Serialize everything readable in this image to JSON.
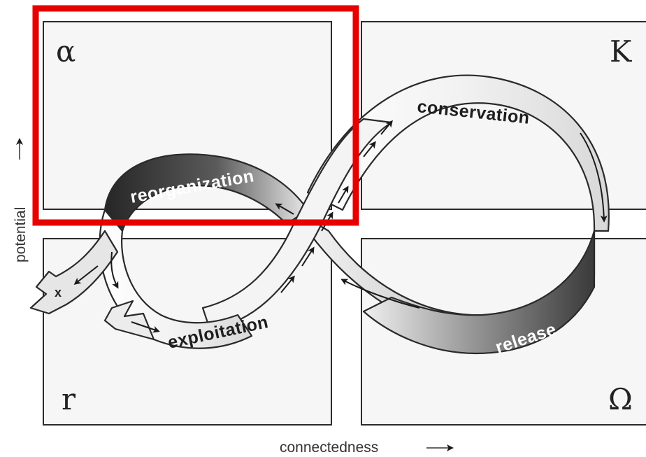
{
  "quadrants": {
    "alpha": "α",
    "k": "K",
    "r": "r",
    "omega": "Ω"
  },
  "phases": {
    "reorganization": "reorganization",
    "conservation": "conservation",
    "exploitation": "exploitation",
    "release": "release",
    "exit": "x"
  },
  "axes": {
    "y_label": "potential",
    "x_label": "connectedness"
  },
  "colors": {
    "highlight": "#e60000",
    "box_fill": "#f6f6f6",
    "box_stroke": "#2b2b2b",
    "dark_band": "#2f2f2f",
    "light_band": "#efefef"
  }
}
